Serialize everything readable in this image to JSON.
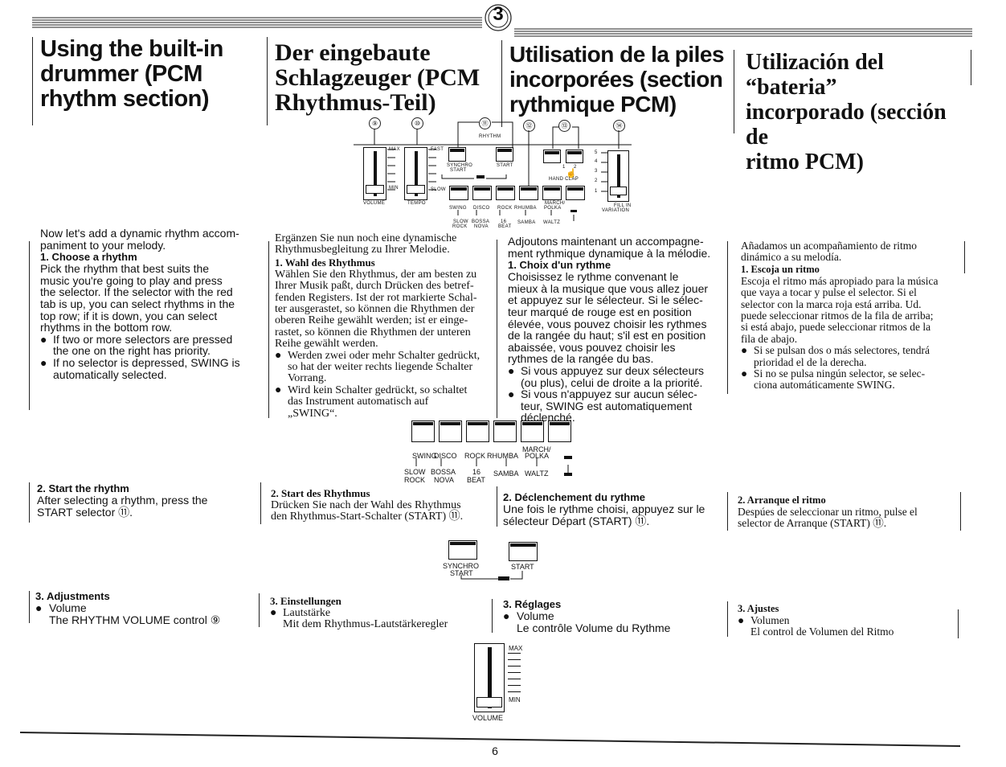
{
  "page_number": "6",
  "columns": {
    "en": {
      "title": "Using the built-in\ndrummer (PCM\nrhythm section)",
      "intro": "Now let's add a dynamic rhythm accom-\npaniment to your melody.",
      "s1_heading": "1. Choose a rhythm",
      "s1_text": "Pick the rhythm that best suits the\nmusic you're going to play and press\nthe selector. If the selector with the red\ntab is up, you can select rhythms in the\ntop row; if it is down, you can select\nrhythms in the bottom row.",
      "s1_bullets": [
        "If two or more selectors are pressed\nthe one on the right has priority.",
        "If no selector is depressed, SWING is\nautomatically selected."
      ],
      "s2_heading": "2. Start the rhythm",
      "s2_text": "After selecting a rhythm, press the\nSTART selector ⑪.",
      "s3_heading": "3. Adjustments",
      "s3_bullet": "Volume",
      "s3_sub": "The RHYTHM VOLUME control ⑨"
    },
    "de": {
      "title": "Der eingebaute\nSchlagzeuger (PCM\nRhythmus-Teil)",
      "intro": "Ergänzen Sie nun noch eine dynamische\nRhythmusbegleitung zu Ihrer Melodie.",
      "s1_heading": "1. Wahl des Rhythmus",
      "s1_text": "Wählen Sie den Rhythmus, der am besten zu\nIhrer Musik paßt, durch Drücken des betref-\nfenden Registers. Ist der rot markierte Schal-\nter ausgerastet, so können die Rhythmen der\noberen Reihe gewählt werden; ist er einge-\nrastet, so können die Rhythmen der unteren\nReihe gewählt werden.",
      "s1_bullets": [
        "Werden zwei oder mehr Schalter gedrückt,\nso hat der weiter rechts liegende Schalter\nVorrang.",
        "Wird kein Schalter gedrückt, so schaltet\ndas Instrument automatisch auf\n„SWING“."
      ],
      "s2_heading": "2. Start des Rhythmus",
      "s2_text": "Drücken Sie nach der Wahl des Rhythmus\nden Rhythmus-Start-Schalter (START) ⑪.",
      "s3_heading": "3. Einstellungen",
      "s3_bullet": "Lautstärke",
      "s3_sub": "Mit dem Rhythmus-Lautstärkeregler"
    },
    "fr": {
      "title": "Utilisation de la piles\nincorporées (section\nrythmique PCM)",
      "intro": "Adjoutons maintenant un accompagne-\nment rythmique dynamique à la mélodie.",
      "s1_heading": "1. Choix d'un rythme",
      "s1_text": "Choisissez le rythme convenant le\nmieux à la musique que vous allez jouer\net appuyez sur le sélecteur. Si le sélec-\nteur marqué de rouge est en position\nélevée, vous pouvez choisir les rythmes\nde la rangée du haut; s'il est en position\nabaissée, vous pouvez choisir les\nrythmes de la rangée du bas.",
      "s1_bullets": [
        "Si vous appuyez sur deux sélecteurs\n(ou plus), celui de droite a la priorité.",
        "Si vous n'appuyez sur aucun sélec-\nteur, SWING est automatiquement\ndéclenché."
      ],
      "s2_heading": "2. Déclenchement du rythme",
      "s2_text": "Une fois le rythme choisi, appuyez sur le\nsélecteur Départ (START) ⑪.",
      "s3_heading": "3. Réglages",
      "s3_bullet": "Volume",
      "s3_sub": "Le contrôle Volume du Rythme"
    },
    "es": {
      "title": "Utilización del “bateria”\nincorporado (sección de\nritmo PCM)",
      "intro": "Añadamos un acompañamiento de ritmo\ndinámico a su melodía.",
      "s1_heading": "1. Escoja un ritmo",
      "s1_text": "Escoja el ritmo más apropiado para la música\nque vaya a tocar y pulse el selector. Si el\nselector con la marca roja está arriba. Ud.\npuede seleccionar ritmos de la fila de arriba;\nsi está abajo, puede seleccionar ritmos de la\nfila de abajo.",
      "s1_bullets": [
        "Si se pulsan dos o más selectores, tendrá\nprioridad el de la derecha.",
        "Si no se pulsa ningún selector, se selec-\nciona automáticamente SWING."
      ],
      "s2_heading": "2. Arranque el ritmo",
      "s2_text": "Despúes de seleccionar un ritmo, pulse el\nselector de Arranque (START) ⑪.",
      "s3_heading": "3. Ajustes",
      "s3_bullet": "Volumen",
      "s3_sub": "El control de Volumen del Ritmo"
    }
  },
  "panel": {
    "callouts": [
      "⑨",
      "⑩",
      "⑪",
      "⑫",
      "⑬",
      "⑭"
    ],
    "rhythm": "RHYTHM",
    "max": "MAX",
    "min": "MIN",
    "fast": "FAST",
    "slow": "SLOW",
    "volume": "VOLUME",
    "tempo": "TEMPO",
    "synchro": "SYNCHRO",
    "start": "START",
    "hand_clap": "HAND CLAP",
    "hand_clap_1": "1",
    "hand_clap_2": "2",
    "fill_in": "FILL IN",
    "variation": "VARIATION",
    "scale": [
      "5",
      "4",
      "3",
      "2",
      "1"
    ],
    "top_row": [
      "SWING",
      "DISCO",
      "ROCK",
      "RHUMBA",
      "MARCH/",
      "POLKA"
    ],
    "bottom_row": [
      "SLOW",
      "ROCK",
      "BOSSA",
      "NOVA",
      "16",
      "BEAT",
      "SAMBA",
      "WALTZ"
    ]
  },
  "mid_diagram": {
    "top": [
      "SWING",
      "DISCO",
      "ROCK",
      "RHUMBA",
      "MARCH/",
      "POLKA"
    ],
    "bottom": [
      "SLOW",
      "ROCK",
      "BOSSA",
      "NOVA",
      "16",
      "BEAT",
      "SAMBA",
      "WALTZ"
    ]
  },
  "start_diagram": {
    "synchro": "SYNCHRO",
    "start": "START",
    "start2": "START"
  },
  "volume_diagram": {
    "max": "MAX",
    "min": "MIN",
    "volume": "VOLUME"
  }
}
